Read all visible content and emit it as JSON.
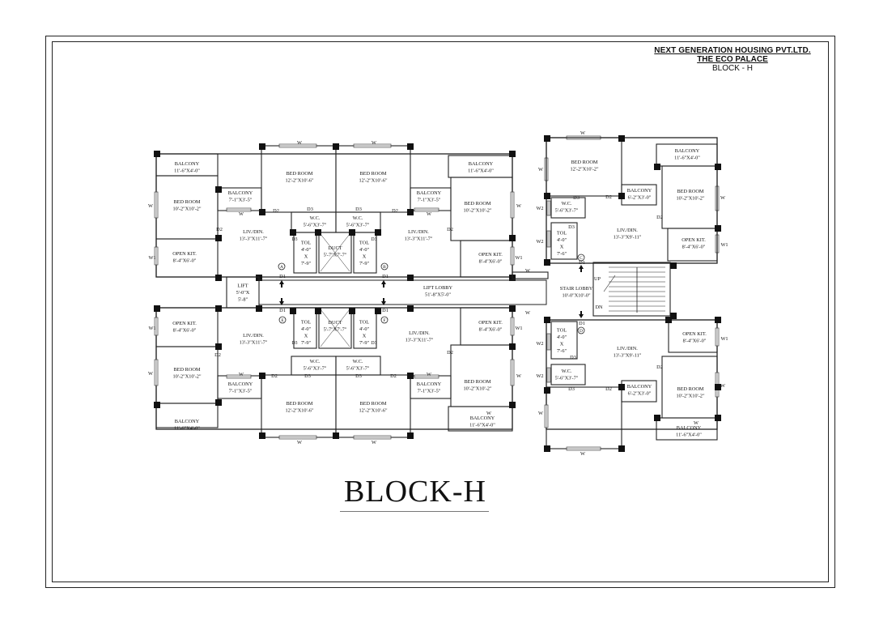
{
  "title_block": {
    "company": "NEXT GENERATION HOUSING PVT.LTD.",
    "project": "THE ECO PALACE",
    "block": "BLOCK - H"
  },
  "drawing_title": "BLOCK-H",
  "rooms": [
    {
      "id": "balc-tl",
      "l1": "BALCONY",
      "l2": "11'-6\"X4'-0\""
    },
    {
      "id": "bed-tl",
      "l1": "BED ROOM",
      "l2": "10'-2\"X10'-2\""
    },
    {
      "id": "kit-tl",
      "l1": "OPEN KIT.",
      "l2": "8'-4\"X6'-0\""
    },
    {
      "id": "balc-tl2",
      "l1": "BALCONY",
      "l2": "7'-1\"X3'-5\""
    },
    {
      "id": "bed-tl2",
      "l1": "BED ROOM",
      "l2": "12'-2\"X10'-6\""
    },
    {
      "id": "liv-tl",
      "l1": "LIV./DIN.",
      "l2": "13'-3\"X11'-7\""
    },
    {
      "id": "wc-tl",
      "l1": "W.C.",
      "l2": "5'-6\"X3'-7\""
    },
    {
      "id": "tol-tl",
      "l1": "TOL",
      "l2": "4'-0\"",
      "l3": "X",
      "l4": "7'-9\""
    },
    {
      "id": "duct-t",
      "l1": "DUCT",
      "l2": "5'-7\"X7'-7\""
    },
    {
      "id": "tol-tr",
      "l1": "TOL",
      "l2": "4'-0\"",
      "l3": "X",
      "l4": "7'-9\""
    },
    {
      "id": "wc-tr",
      "l1": "W.C.",
      "l2": "5'-6\"X3'-7\""
    },
    {
      "id": "bed-tr2",
      "l1": "BED ROOM",
      "l2": "12'-2\"X10'-6\""
    },
    {
      "id": "liv-tr",
      "l1": "LIV./DIN.",
      "l2": "13'-3\"X11'-7\""
    },
    {
      "id": "balc-tr2",
      "l1": "BALCONY",
      "l2": "7'-1\"X3'-5\""
    },
    {
      "id": "balc-tr",
      "l1": "BALCONY",
      "l2": "11'-6\"X4'-0\""
    },
    {
      "id": "bed-tr",
      "l1": "BED ROOM",
      "l2": "10'-2\"X10'-2\""
    },
    {
      "id": "kit-tr",
      "l1": "OPEN KIT.",
      "l2": "8'-4\"X6'-0\""
    },
    {
      "id": "lift",
      "l1": "LIFT",
      "l2": "5'-0\"X",
      "l3": "5'-8\""
    },
    {
      "id": "lobby",
      "l1": "LIFT LOBBY",
      "l2": "51'-8\"X5'-0\""
    },
    {
      "id": "stair",
      "l1": "STAIR LOBBY",
      "l2": "10'-0\"X10'-0\""
    },
    {
      "id": "kit-bl",
      "l1": "OPEN KIT.",
      "l2": "8'-4\"X6'-0\""
    },
    {
      "id": "liv-bl",
      "l1": "LIV./DIN.",
      "l2": "13'-3\"X11'-7\""
    },
    {
      "id": "bed-bl",
      "l1": "BED ROOM",
      "l2": "10'-2\"X10'-2\""
    },
    {
      "id": "balc-bl2",
      "l1": "BALCONY",
      "l2": "7'-1\"X3'-5\""
    },
    {
      "id": "balc-bl",
      "l1": "BALCONY",
      "l2": "11'-6\"X4'-0\""
    },
    {
      "id": "tol-bl",
      "l1": "TOL",
      "l2": "4'-0\"",
      "l3": "X",
      "l4": "7'-9\""
    },
    {
      "id": "duct-b",
      "l1": "DUCT",
      "l2": "5'-7\"X7'-7\""
    },
    {
      "id": "tol-br",
      "l1": "TOL",
      "l2": "4'-0\"",
      "l3": "X",
      "l4": "7'-9\""
    },
    {
      "id": "wc-bl",
      "l1": "W.C.",
      "l2": "5'-6\"X3'-7\""
    },
    {
      "id": "wc-br",
      "l1": "W.C.",
      "l2": "5'-6\"X3'-7\""
    },
    {
      "id": "bed-bl2",
      "l1": "BED ROOM",
      "l2": "12'-2\"X10'-6\""
    },
    {
      "id": "bed-br2",
      "l1": "BED ROOM",
      "l2": "12'-2\"X10'-6\""
    },
    {
      "id": "kit-br",
      "l1": "OPEN KIT.",
      "l2": "8'-4\"X6'-0\""
    },
    {
      "id": "liv-br",
      "l1": "LIV./DIN.",
      "l2": "13'-3\"X11'-7\""
    },
    {
      "id": "bed-br",
      "l1": "BED ROOM",
      "l2": "10'-2\"X10'-2\""
    },
    {
      "id": "balc-br2",
      "l1": "BALCONY",
      "l2": "7'-1\"X3'-5\""
    },
    {
      "id": "balc-br",
      "l1": "BALCONY",
      "l2": "11'-6\"X4'-0\""
    },
    {
      "id": "e-bed-tl",
      "l1": "BED ROOM",
      "l2": "12'-2\"X10'-2\""
    },
    {
      "id": "e-balc-t",
      "l1": "BALCONY",
      "l2": "11'-6\"X4'-0\""
    },
    {
      "id": "e-balc-t2",
      "l1": "BALCONY",
      "l2": "6'-2\"X3'-0\""
    },
    {
      "id": "e-bed-tr",
      "l1": "BED ROOM",
      "l2": "10'-2\"X10'-2\""
    },
    {
      "id": "e-wc-t",
      "l1": "W.C.",
      "l2": "5'-6\"X3'-7\""
    },
    {
      "id": "e-tol-t",
      "l1": "TOL",
      "l2": "4'-0\"",
      "l3": "X",
      "l4": "7'-6\""
    },
    {
      "id": "e-liv-t",
      "l1": "LIV./DIN.",
      "l2": "13'-3\"X9'-11\""
    },
    {
      "id": "e-kit-t",
      "l1": "OPEN KIT.",
      "l2": "8'-4\"X6'-0\""
    },
    {
      "id": "e-tol-b",
      "l1": "TOL",
      "l2": "4'-0\"",
      "l3": "X",
      "l4": "7'-6\""
    },
    {
      "id": "e-liv-b",
      "l1": "LIV./DIN.",
      "l2": "13'-3\"X9'-11\""
    },
    {
      "id": "e-kit-b",
      "l1": "OPEN KIT.",
      "l2": "8'-4\"X6'-0\""
    },
    {
      "id": "e-wc-b",
      "l1": "W.C.",
      "l2": "5'-6\"X3'-7\""
    },
    {
      "id": "e-balc-b2",
      "l1": "BALCONY",
      "l2": "6'-2\"X3'-0\""
    },
    {
      "id": "e-bed-br",
      "l1": "BED ROOM",
      "l2": "10'-2\"X10'-2\""
    },
    {
      "id": "e-balc-b",
      "l1": "BALCONY",
      "l2": "11'-6\"X4'-0\""
    }
  ],
  "tags": [
    {
      "id": "d2",
      "t": "D2"
    },
    {
      "id": "d1",
      "t": "D1"
    },
    {
      "id": "d3",
      "t": "D3"
    },
    {
      "id": "w",
      "t": "W"
    },
    {
      "id": "w1",
      "t": "W1"
    },
    {
      "id": "w2",
      "t": "W2"
    },
    {
      "id": "up",
      "t": "UP"
    },
    {
      "id": "dn",
      "t": "DN"
    },
    {
      "id": "flat-a",
      "t": "A"
    },
    {
      "id": "flat-b",
      "t": "B"
    },
    {
      "id": "flat-c",
      "t": "C"
    },
    {
      "id": "flat-d",
      "t": "D"
    },
    {
      "id": "flat-e",
      "t": "E"
    },
    {
      "id": "flat-f",
      "t": "F"
    }
  ]
}
